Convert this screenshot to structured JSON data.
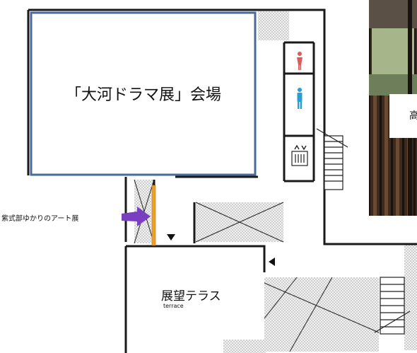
{
  "map": {
    "exhibition_hall_label": "「大河ドラマ展」会場",
    "terrace_label": "展望テラス",
    "terrace_label_en": "terrace",
    "art_exhibit_label": "紫式部ゆかりのアート展",
    "photo_caption_fragment": "高"
  },
  "colors": {
    "wall": "#1a1a1a",
    "hall_frame": "#4a6a9c",
    "highlight_strip": "#f0a020",
    "pointer_arrow": "#7a3fc0",
    "restroom_male_icon": "#2a9fd6",
    "restroom_female_icon": "#e05a5a",
    "stairs_pattern": "#aaaaaa"
  },
  "icons": [
    "restroom-female-icon",
    "restroom-male-icon",
    "elevator-icon",
    "pointer-arrow-icon",
    "entrance-triangle-icon"
  ]
}
